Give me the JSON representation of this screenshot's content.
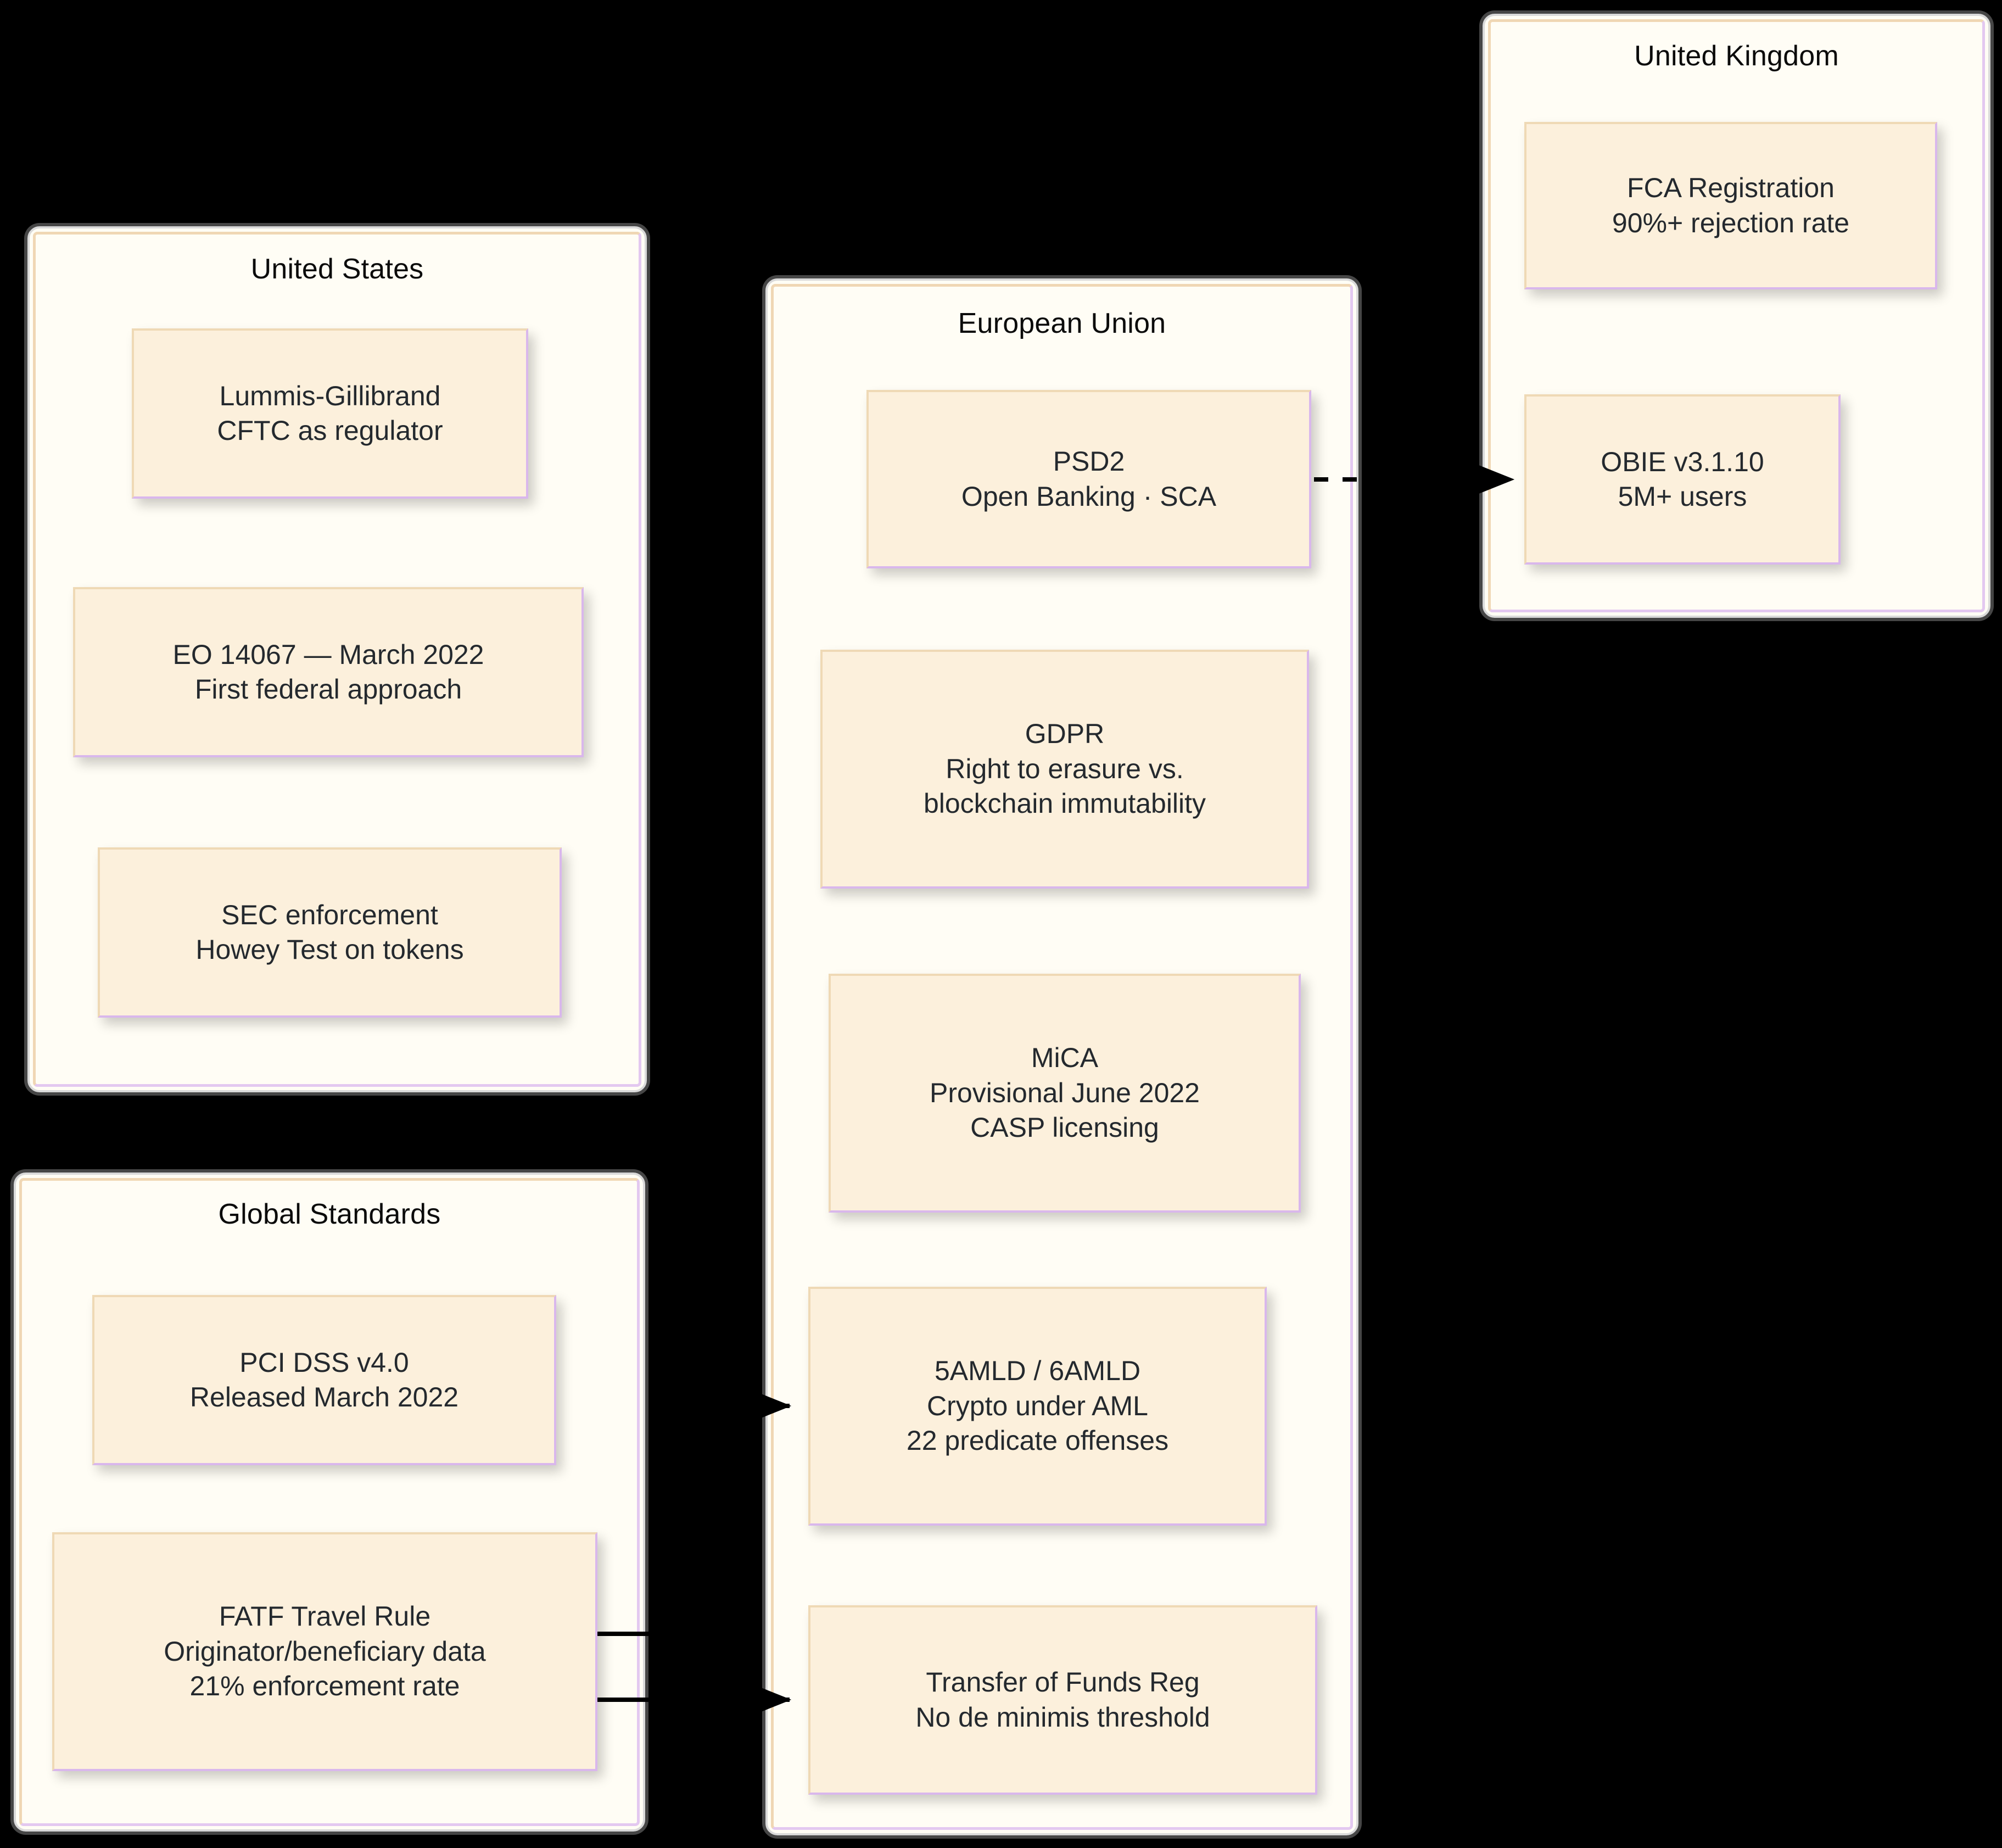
{
  "diagram": {
    "type": "flowchart",
    "background": "#000000",
    "node_fill": "#FCF0DC",
    "node_border": "#D9B7EC",
    "cluster_fill": "#FFFDF5",
    "cluster_border": "#D9D9D9",
    "edge_color": "#000000"
  },
  "clusters": [
    {
      "id": "us",
      "title": "United States",
      "nodes": [
        {
          "id": "lummis",
          "lines": [
            "Lummis-Gillibrand",
            "CFTC as regulator"
          ]
        },
        {
          "id": "eo14067",
          "lines": [
            "EO 14067 — March 2022",
            "First federal approach"
          ]
        },
        {
          "id": "sec",
          "lines": [
            "SEC enforcement",
            "Howey Test on tokens"
          ]
        }
      ]
    },
    {
      "id": "eu",
      "title": "European Union",
      "nodes": [
        {
          "id": "psd2",
          "lines": [
            "PSD2",
            "Open Banking · SCA"
          ]
        },
        {
          "id": "gdpr",
          "lines": [
            "GDPR",
            "Right to erasure vs.",
            "blockchain immutability"
          ]
        },
        {
          "id": "mica",
          "lines": [
            "MiCA",
            "Provisional June 2022",
            "CASP licensing"
          ]
        },
        {
          "id": "amld",
          "lines": [
            "5AMLD / 6AMLD",
            "Crypto under AML",
            "22 predicate offenses"
          ]
        },
        {
          "id": "tfr",
          "lines": [
            "Transfer of Funds Reg",
            "No de minimis threshold"
          ]
        }
      ]
    },
    {
      "id": "uk",
      "title": "United Kingdom",
      "nodes": [
        {
          "id": "fca",
          "lines": [
            "FCA Registration",
            "90%+ rejection rate"
          ]
        },
        {
          "id": "obie",
          "lines": [
            "OBIE v3.1.10",
            "5M+ users"
          ]
        }
      ]
    },
    {
      "id": "global",
      "title": "Global Standards",
      "nodes": [
        {
          "id": "pci",
          "lines": [
            "PCI DSS v4.0",
            "Released March 2022"
          ]
        },
        {
          "id": "fatf",
          "lines": [
            "FATF Travel Rule",
            "Originator/beneficiary data",
            "21% enforcement rate"
          ]
        }
      ]
    }
  ],
  "edges": [
    {
      "id": "psd2-to-obie",
      "from": "psd2",
      "to": "obie",
      "style": "dotted",
      "arrow": "triangle"
    },
    {
      "id": "fatf-to-amld",
      "from": "fatf",
      "to": "amld",
      "style": "solid",
      "arrow": "triangle"
    },
    {
      "id": "fatf-to-tfr",
      "from": "fatf",
      "to": "tfr",
      "style": "solid",
      "arrow": "triangle"
    }
  ]
}
